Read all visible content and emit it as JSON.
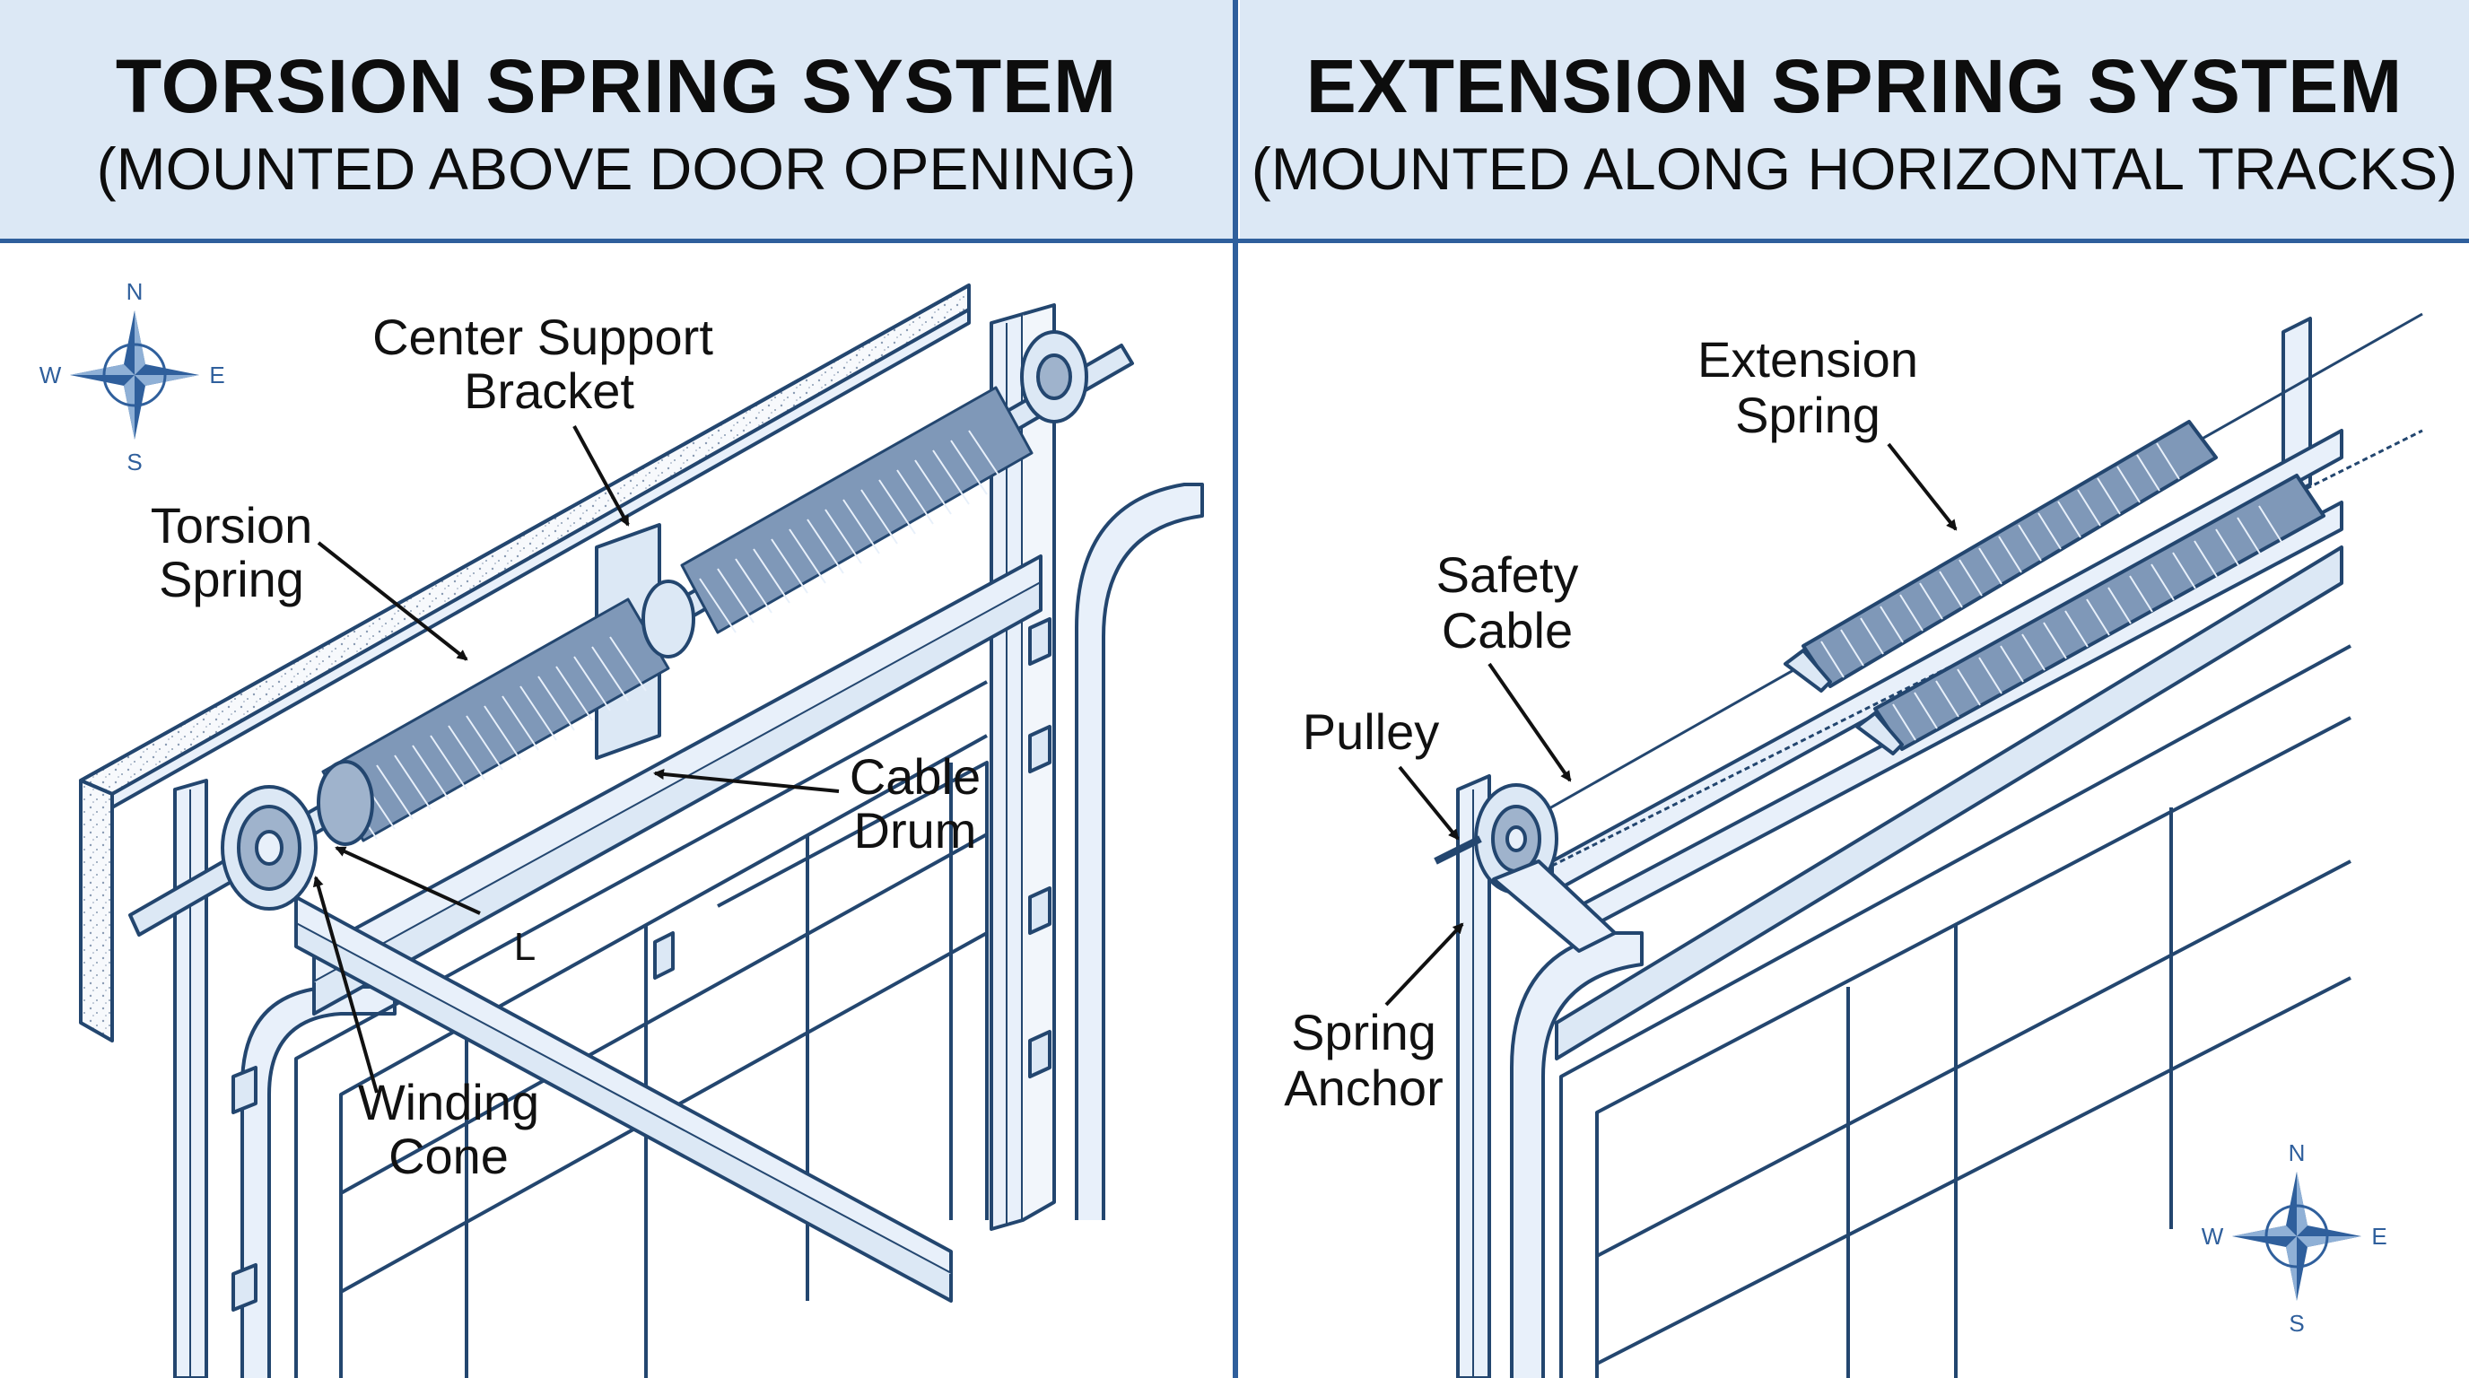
{
  "panels": {
    "left": {
      "title": "TORSION SPRING SYSTEM",
      "subtitle": "(MOUNTED ABOVE DOOR OPENING)",
      "labels": {
        "center_support_bracket_1": "Center Support",
        "center_support_bracket_2": "Bracket",
        "torsion_spring_1": "Torsion",
        "torsion_spring_2": "Spring",
        "cable_drum_1": "Cable",
        "cable_drum_2": "Drum",
        "winding_cone_1": "Winding",
        "winding_cone_2": "Cone",
        "track_mark": "L"
      }
    },
    "right": {
      "title": "EXTENSION SPRING SYSTEM",
      "subtitle": "(MOUNTED ALONG HORIZONTAL TRACKS)",
      "labels": {
        "extension_spring_1": "Extension",
        "extension_spring_2": "Spring",
        "safety_cable_1": "Safety",
        "safety_cable_2": "Cable",
        "pulley": "Pulley",
        "spring_anchor_1": "Spring",
        "spring_anchor_2": "Anchor"
      }
    }
  },
  "compass": {
    "n": "N",
    "s": "S",
    "e": "E",
    "w": "W"
  },
  "colors": {
    "header_bg": "#dce8f5",
    "accent": "#2f5f9c",
    "line": "#23466f",
    "fill": "#e8f0fa"
  }
}
